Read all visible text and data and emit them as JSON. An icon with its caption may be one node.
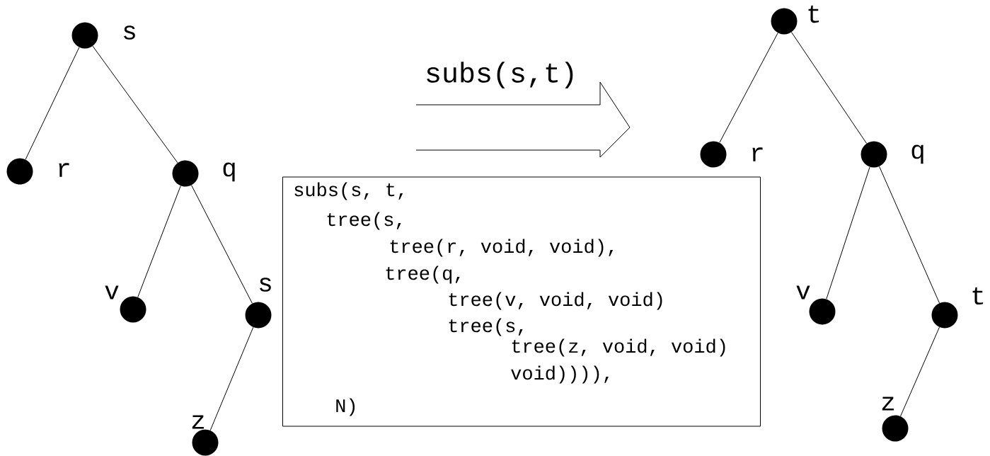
{
  "diagram": {
    "nodes": [
      {
        "text": [],
        "shape": "circle",
        "beside": [
          "s"
        ]
      },
      {
        "text": [],
        "shape": "circle",
        "beside": [
          "r"
        ]
      },
      {
        "text": [],
        "shape": "circle",
        "beside": [
          "q"
        ]
      },
      {
        "text": [],
        "shape": "circle",
        "beside": [
          "v"
        ]
      },
      {
        "text": [],
        "shape": "circle",
        "beside": [
          "s"
        ]
      },
      {
        "text": [],
        "shape": "circle",
        "beside": [
          "z"
        ]
      },
      {
        "text": [],
        "shape": "circle",
        "beside": [
          "t"
        ]
      },
      {
        "text": [],
        "shape": "circle",
        "beside": [
          "r"
        ]
      },
      {
        "text": [],
        "shape": "circle",
        "beside": [
          "q"
        ]
      },
      {
        "text": [],
        "shape": "circle",
        "beside": [
          "v"
        ]
      },
      {
        "text": [],
        "shape": "circle",
        "beside": [
          "t"
        ]
      },
      {
        "text": [],
        "shape": "circle",
        "beside": [
          "z"
        ]
      },
      {
        "text": [
          "subs(s, t,",
          "tree(s,",
          "tree(r, void, void),",
          "tree(q,",
          "tree(v, void, void)",
          "tree(s,",
          "tree(z, void, void)",
          "void)))),",
          "N)"
        ]
      }
    ],
    "edges": [
      {
        "from": 0,
        "to": 1,
        "arrow": "none"
      },
      {
        "from": 0,
        "to": 2,
        "arrow": "none"
      },
      {
        "from": 2,
        "to": 3,
        "arrow": "none"
      },
      {
        "from": 2,
        "to": 4,
        "arrow": "none"
      },
      {
        "from": 4,
        "to": 5,
        "arrow": "none"
      },
      {
        "from": 6,
        "to": 7,
        "arrow": "none"
      },
      {
        "from": 6,
        "to": 8,
        "arrow": "none"
      },
      {
        "from": 8,
        "to": 9,
        "arrow": "none"
      },
      {
        "from": 8,
        "to": 10,
        "arrow": "none"
      },
      {
        "from": 10,
        "to": 11,
        "arrow": "none"
      }
    ],
    "labels": [
      "subs(s,t)"
    ]
  }
}
